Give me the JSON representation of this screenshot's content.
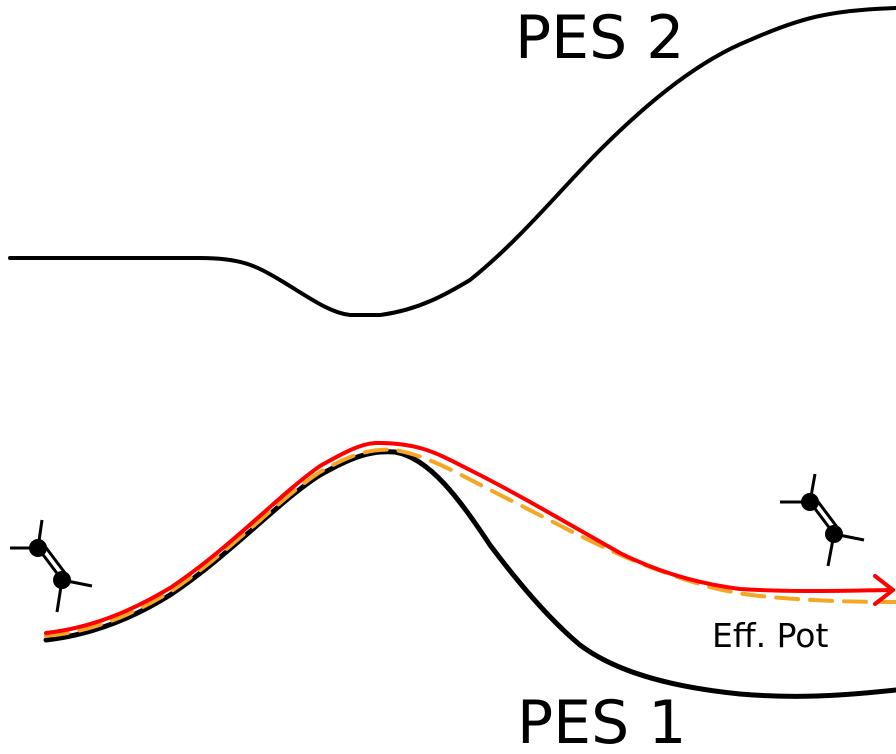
{
  "labels": {
    "pes2": "PES 2",
    "pes1": "PES 1",
    "eff_pot": "Eff. Pot"
  },
  "colors": {
    "pes_curve": "#000000",
    "trajectory": "#ff0000",
    "effective_potential": "#f5a623",
    "molecule": "#000000",
    "background": "#ffffff"
  },
  "icons": {
    "reactant_molecule": "ethylene-molecule-icon",
    "product_molecule": "ethylene-molecule-icon",
    "trajectory_arrowhead": "arrowhead-icon"
  }
}
